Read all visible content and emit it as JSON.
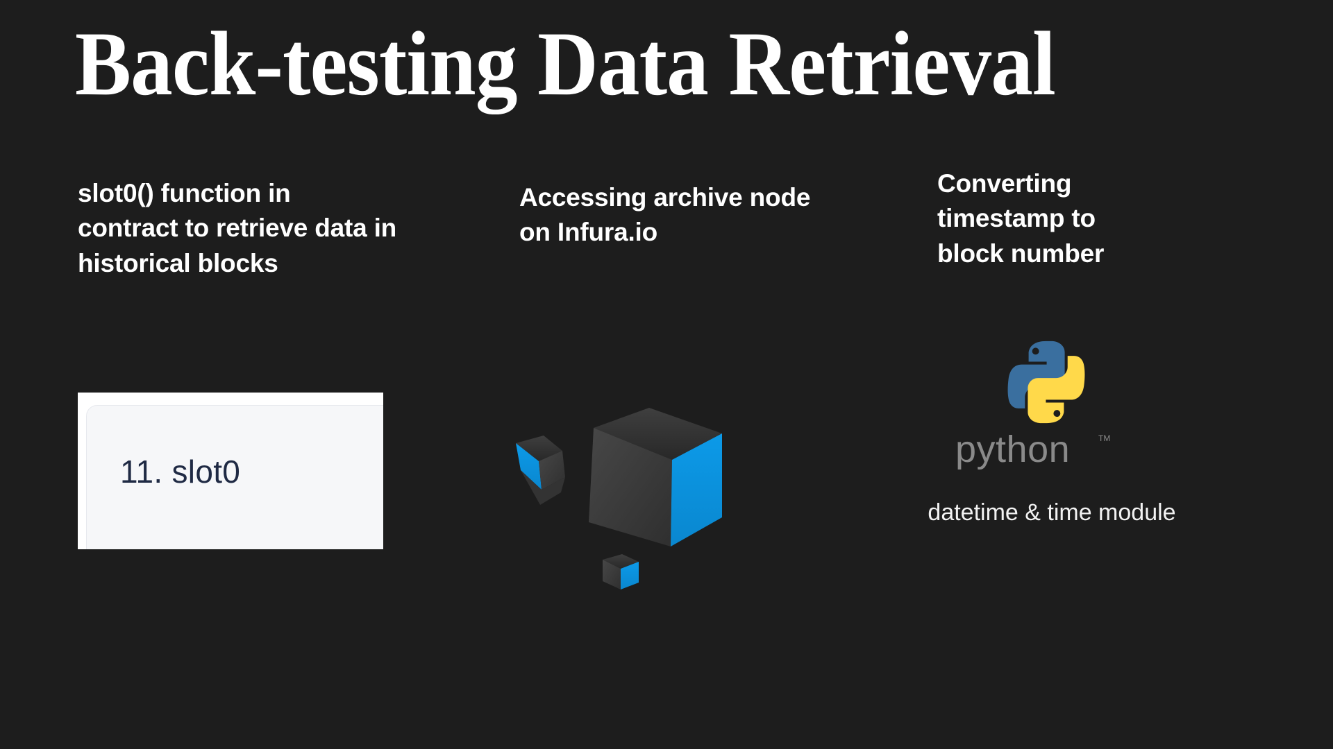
{
  "slide": {
    "title": "Back-testing Data Retrieval",
    "background_color": "#1d1d1d",
    "text_color": "#ffffff",
    "accent_color": "#0b93dd"
  },
  "columns": [
    {
      "id": "slot0",
      "heading": "slot0() function in contract to retrieve data in historical blocks",
      "card": {
        "label": "11. slot0",
        "card_background": "#ffffff",
        "inner_background": "#f6f7f9",
        "label_color": "#1f2a44"
      }
    },
    {
      "id": "infura",
      "heading": "Accessing archive node on Infura.io",
      "logo": {
        "name": "infura-cubes-logo",
        "blue": "#0b93dd",
        "dark_face": "#3d3d3d",
        "darker_face": "#2e2e2e"
      }
    },
    {
      "id": "timestamp",
      "heading": "Converting timestamp to block number",
      "logo": {
        "name": "python-logo",
        "wordmark": "python",
        "trademark": "TM",
        "blue": "#396e9f",
        "yellow": "#ffd googleapis"
      },
      "caption": "datetime & time module"
    }
  ],
  "python": {
    "blue": "#3a6f9f",
    "yellow": "#ffd94a",
    "wordmark_color": "#8a8a8a"
  }
}
